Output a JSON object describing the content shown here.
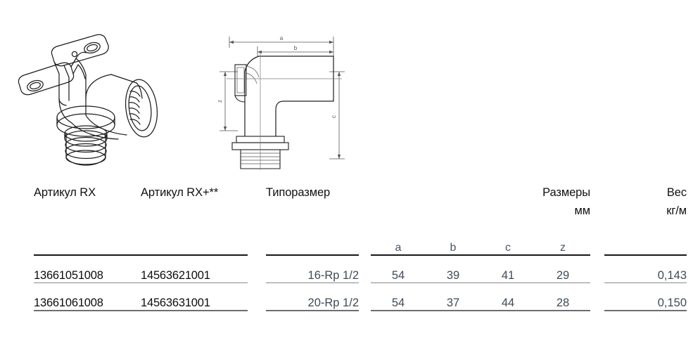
{
  "figures": {
    "product_view": {
      "name": "3d-fitting-illustration",
      "description": "Isometric line drawing of wall-mount elbow fitting with double mounting ears, female threaded port and barbed pipe stem"
    },
    "dimension_drawing": {
      "name": "technical-dimension-drawing",
      "labels": {
        "a": "a",
        "b": "b",
        "c": "c",
        "z": "z"
      }
    }
  },
  "table": {
    "headers": {
      "article_rx": "Артикул RX",
      "article_rx_plus": "Артикул RX+**",
      "size": "Типоразмер",
      "dimensions_line1": "Размеры",
      "dimensions_line2": "мм",
      "weight_line1": "Вес",
      "weight_line2": "кг/м"
    },
    "sub_headers": {
      "a": "a",
      "b": "b",
      "c": "c",
      "z": "z"
    },
    "rows": [
      {
        "article_rx": "13661051008",
        "article_rx_plus": "14563621001",
        "size": "16-Rp 1/2",
        "a": "54",
        "b": "39",
        "c": "41",
        "z": "29",
        "weight": "0,143"
      },
      {
        "article_rx": "13661061008",
        "article_rx_plus": "14563631001",
        "size": "20-Rp 1/2",
        "a": "54",
        "b": "37",
        "c": "44",
        "z": "28",
        "weight": "0,150"
      }
    ]
  },
  "colors": {
    "text_dark": "#0d0d0d",
    "text_body": "#3f4a57",
    "rule_top": "#161616",
    "rule_mid": "#8a8a8a",
    "rule_bottom": "#6e6e6e",
    "line_art": "#1d1d1d"
  }
}
